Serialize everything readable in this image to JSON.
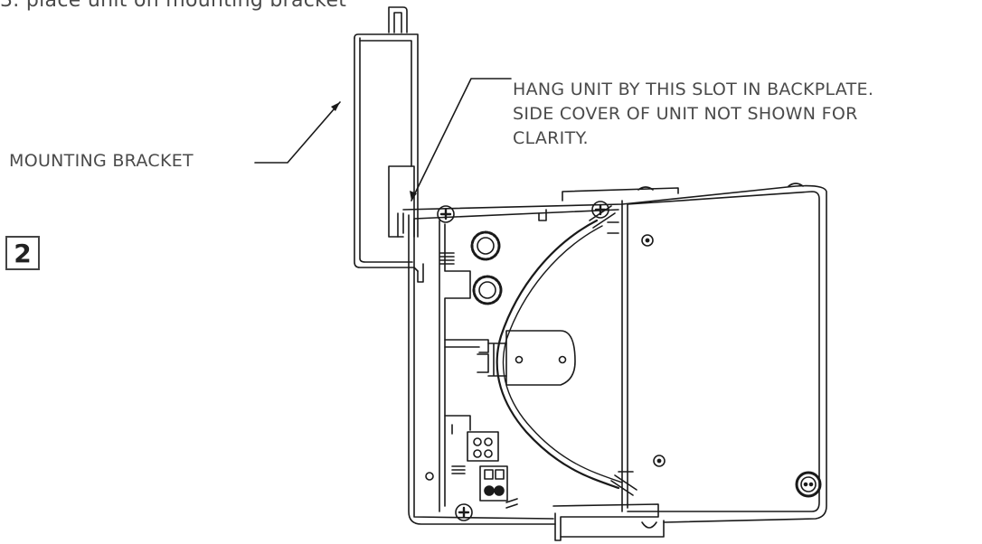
{
  "caption": "3. place unit on mounting bracket",
  "step_number": "2",
  "callouts": {
    "mounting_bracket": "MOUNTING BRACKET",
    "hang_unit": [
      "HANG UNIT BY THIS SLOT IN BACKPLATE.",
      "SIDE COVER OF UNIT NOT SHOWN FOR",
      "CLARITY."
    ]
  }
}
